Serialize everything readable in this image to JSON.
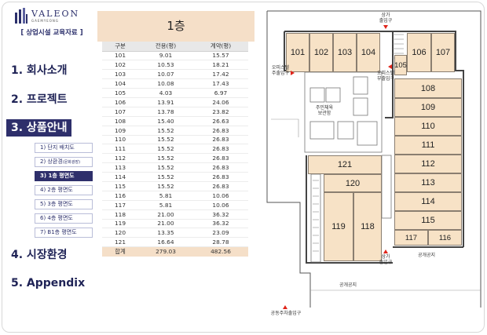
{
  "logo": {
    "brand": "VALEON",
    "sub": "GAEMYEONG"
  },
  "sidebar": {
    "edu_title": "[ 상업시설 교육자료 ]",
    "menu": [
      {
        "label": "1. 회사소개"
      },
      {
        "label": "2. 프로젝트"
      },
      {
        "label": "3. 상품안내"
      },
      {
        "label": "4. 시장환경"
      },
      {
        "label": "5. Appendix"
      }
    ],
    "sub_items": [
      {
        "label": "1) 단지 배치도"
      },
      {
        "label": "2) 상환경",
        "small": "(문화광장)"
      },
      {
        "label": "3) 1층 평면도"
      },
      {
        "label": "4) 2층 평면도"
      },
      {
        "label": "5) 3층 평면도"
      },
      {
        "label": "6) 4층 평면도"
      },
      {
        "label": "7) B1층 평면도"
      }
    ]
  },
  "floor": {
    "title": "1층"
  },
  "table": {
    "headers": [
      "구분",
      "전용(평)",
      "계약(평)"
    ],
    "rows": [
      [
        "101",
        "9.01",
        "15.57"
      ],
      [
        "102",
        "10.53",
        "18.21"
      ],
      [
        "103",
        "10.07",
        "17.42"
      ],
      [
        "104",
        "10.08",
        "17.43"
      ],
      [
        "105",
        "4.03",
        "6.97"
      ],
      [
        "106",
        "13.91",
        "24.06"
      ],
      [
        "107",
        "13.78",
        "23.82"
      ],
      [
        "108",
        "15.40",
        "26.63"
      ],
      [
        "109",
        "15.52",
        "26.83"
      ],
      [
        "110",
        "15.52",
        "26.83"
      ],
      [
        "111",
        "15.52",
        "26.83"
      ],
      [
        "112",
        "15.52",
        "26.83"
      ],
      [
        "113",
        "15.52",
        "26.83"
      ],
      [
        "114",
        "15.52",
        "26.83"
      ],
      [
        "115",
        "15.52",
        "26.83"
      ],
      [
        "116",
        "5.81",
        "10.06"
      ],
      [
        "117",
        "5.81",
        "10.06"
      ],
      [
        "118",
        "21.00",
        "36.32"
      ],
      [
        "119",
        "21.00",
        "36.32"
      ],
      [
        "120",
        "13.35",
        "23.09"
      ],
      [
        "121",
        "16.64",
        "28.78"
      ]
    ],
    "total": [
      "합계",
      "279.03",
      "482.56"
    ]
  },
  "plan": {
    "units": [
      "101",
      "102",
      "103",
      "104",
      "105",
      "106",
      "107",
      "108",
      "109",
      "110",
      "111",
      "112",
      "113",
      "114",
      "115",
      "116",
      "117",
      "118",
      "119",
      "120",
      "121"
    ],
    "labels": {
      "top_entry": "상가\n출입구",
      "office_left": "오피스텔\n주출입구",
      "office_right": "오피스텔\n부출입구",
      "waste_room": "주민체육\n보관함",
      "bottom_entry": "상가\n출입구",
      "open_space_right": "공개공지",
      "open_space_bottom": "공개공지",
      "parking_entry": "공동주차출입구"
    }
  },
  "colors": {
    "accent": "#2e2f6b",
    "unit_fill": "#f7e2c6",
    "highlight": "#f5dfc8",
    "entry": "#e0251b"
  }
}
